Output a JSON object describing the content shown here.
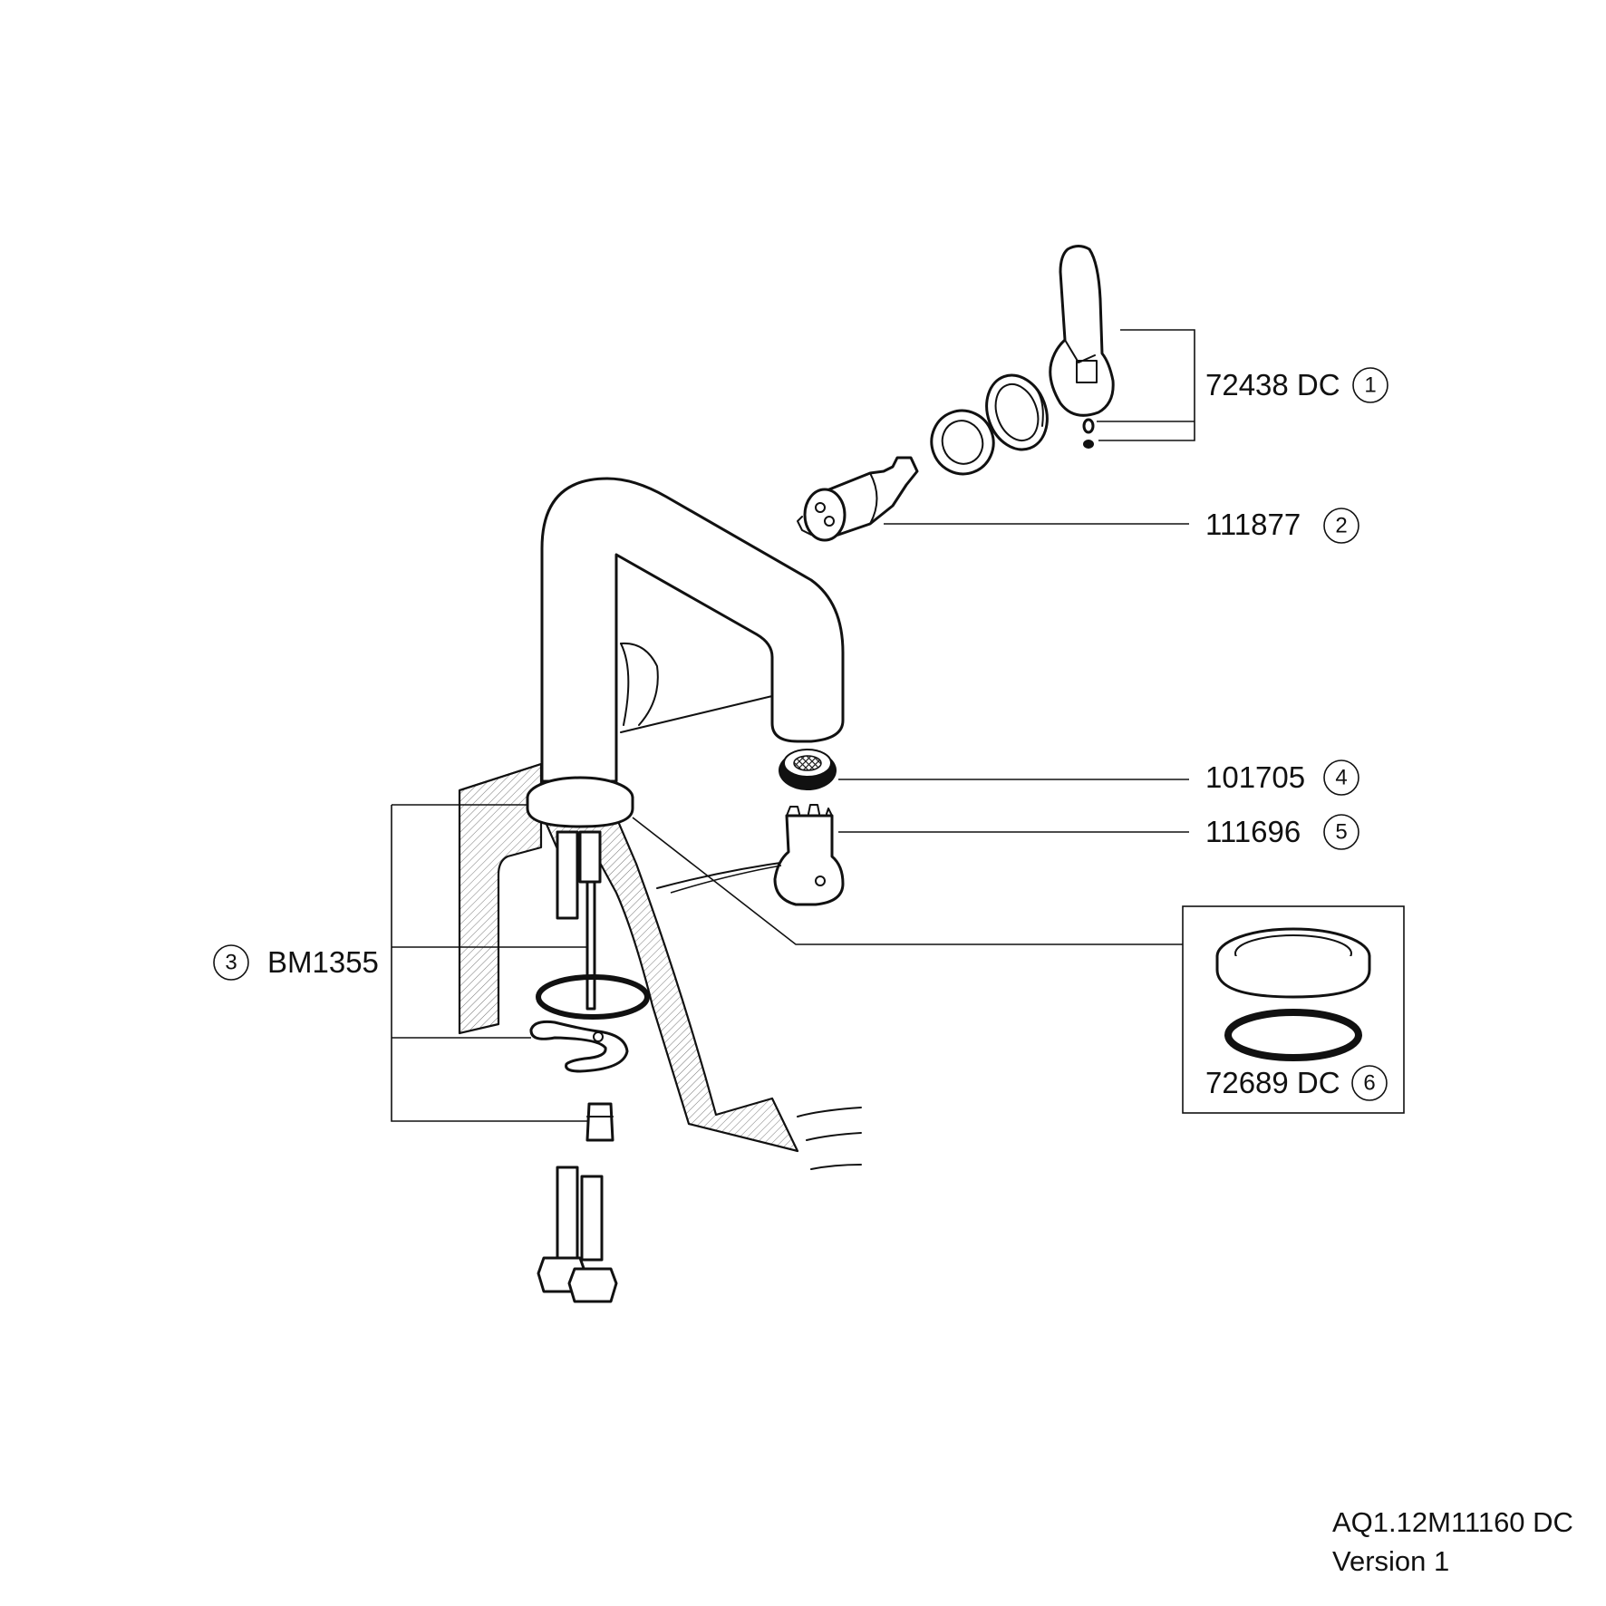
{
  "callouts": [
    {
      "part": "72438 DC",
      "num": "1"
    },
    {
      "part": "111877",
      "num": "2"
    },
    {
      "part": "BM1355",
      "num": "3"
    },
    {
      "part": "101705",
      "num": "4"
    },
    {
      "part": "111696",
      "num": "5"
    },
    {
      "part": "72689 DC",
      "num": "6"
    }
  ],
  "footer": {
    "doc_id": "AQ1.12M11160 DC",
    "version": "Version 1"
  }
}
